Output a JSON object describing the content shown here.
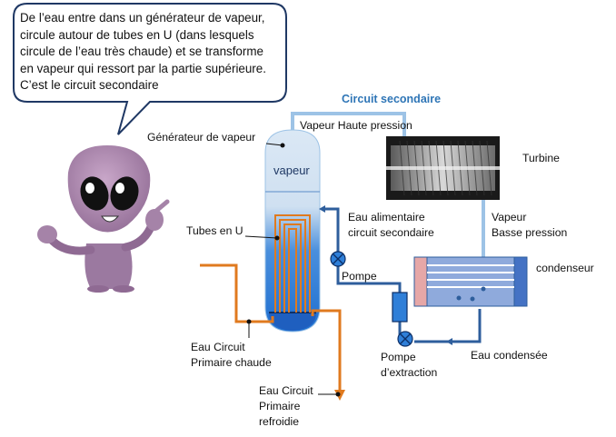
{
  "bubble": {
    "lines": [
      "De l’eau entre dans un générateur de vapeur,",
      "circule autour de tubes en U (dans lesquels",
      "circule de l’eau très chaude) et se transforme",
      "en vapeur qui ressort par la partie supérieure.",
      "C’est le circuit secondaire"
    ]
  },
  "labels": {
    "circuit_secondaire": "Circuit secondaire",
    "vapeur_hp": "Vapeur Haute pression",
    "generateur": "Générateur de vapeur",
    "vapeur": "vapeur",
    "turbine": "Turbine",
    "tubes_u": "Tubes en U",
    "eau_alimentaire": [
      "Eau alimentaire",
      "circuit secondaire"
    ],
    "vapeur_bp": [
      "Vapeur",
      "Basse pression"
    ],
    "pompe": "Pompe",
    "condenseur": "condenseur",
    "eau_condensee": "Eau condensée",
    "pompe_extraction": [
      "Pompe",
      "d’extraction"
    ],
    "primaire_chaude": [
      "Eau Circuit",
      "Primaire chaude"
    ],
    "primaire_refroidie": [
      "Eau Circuit",
      "Primaire",
      "refroidie"
    ]
  },
  "colors": {
    "primary_circuit": "#e07a1f",
    "secondary_circuit": "#2e5e9c",
    "steam_pipe": "#9dc3e6",
    "title": "#2e75b6",
    "condenser_body": "#8faadc",
    "condenser_left": "#e6a7a7",
    "condenser_right": "#4472c4"
  },
  "icons": [
    "alien-character",
    "turbine-image",
    "pump-icon",
    "extraction-pump-icon",
    "arrow-icon"
  ]
}
